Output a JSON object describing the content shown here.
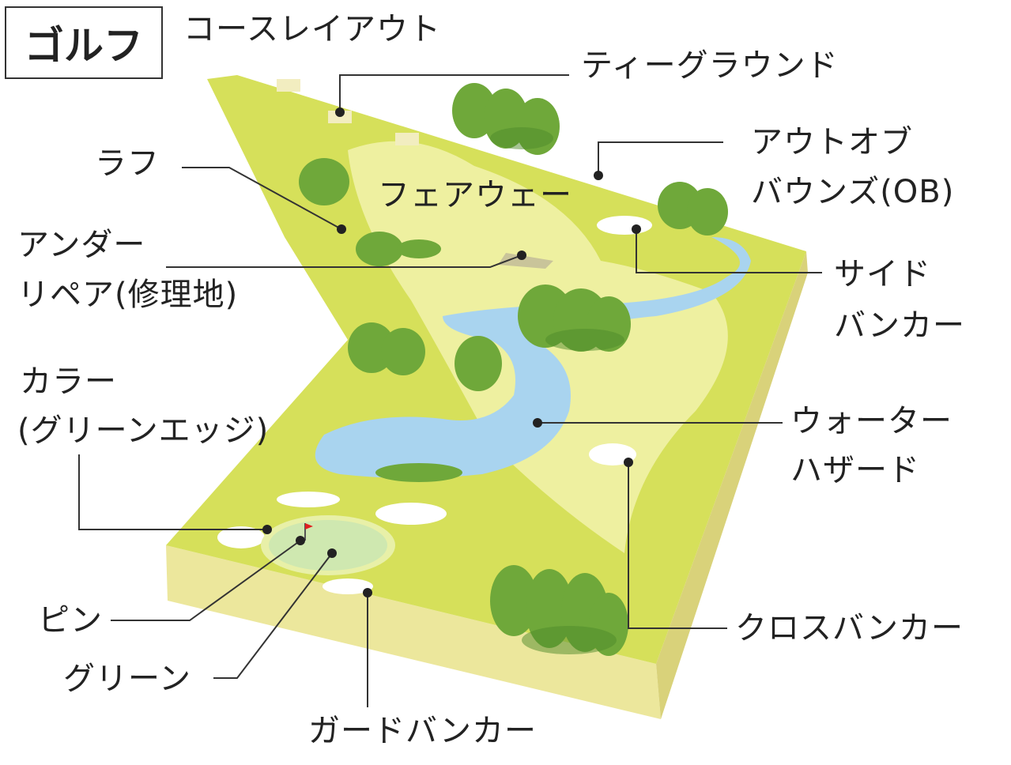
{
  "title": "ゴルフ",
  "subtitle": "コースレイアウト",
  "labels": {
    "tee_ground": "ティーグラウンド",
    "ob_line1": "アウトオブ",
    "ob_line2": "バウンズ(OB)",
    "rough": "ラフ",
    "fairway": "フェアウェー",
    "under_repair_line1": "アンダー",
    "under_repair_line2": "リペア(修理地)",
    "side_bunker_line1": "サイド",
    "side_bunker_line2": "バンカー",
    "collar_line1": "カラー",
    "collar_line2": "(グリーンエッジ)",
    "water_hazard_line1": "ウォーター",
    "water_hazard_line2": "ハザード",
    "pin": "ピン",
    "green": "グリーン",
    "cross_bunker": "クロスバンカー",
    "guard_bunker": "ガードバンカー"
  },
  "colors": {
    "rough": "#d6e05a",
    "fairway": "#eef0a0",
    "side": "#e8e49a",
    "water": "#a9d4ef",
    "tree": "#6fa83a",
    "green": "#cfe8b0",
    "bunker": "#ffffff"
  }
}
